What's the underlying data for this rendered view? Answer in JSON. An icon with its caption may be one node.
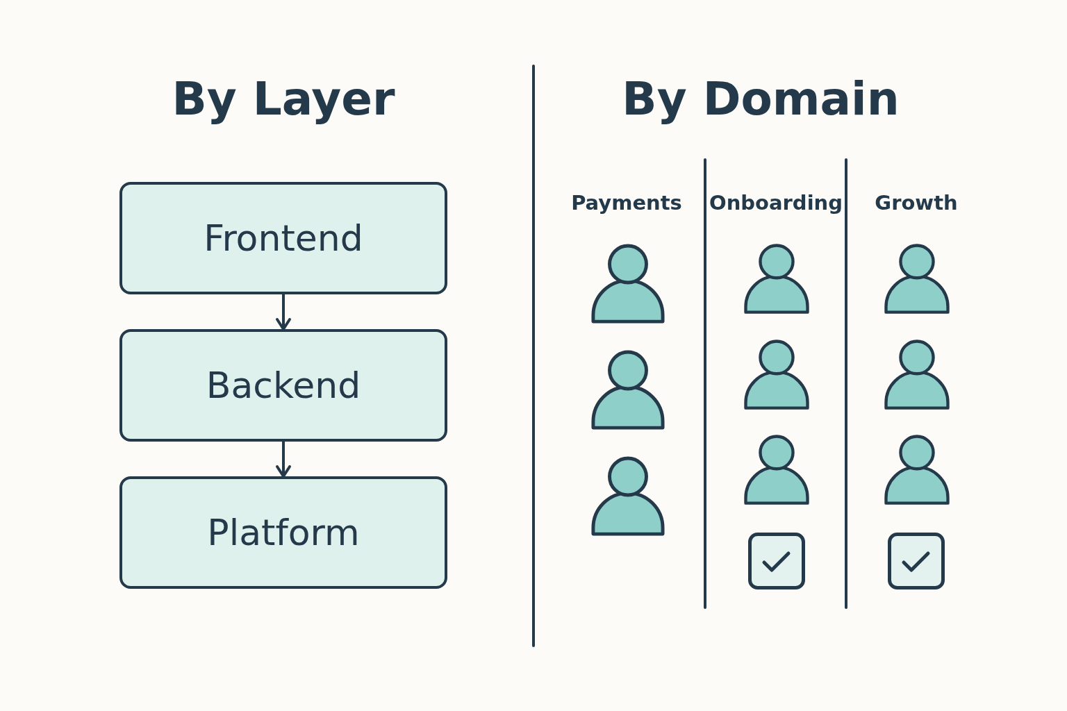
{
  "diagram": {
    "nodes": [
      {
        "text": [
          "Frontend"
        ]
      },
      {
        "text": [
          "Backend"
        ]
      },
      {
        "text": [
          "Platform"
        ]
      }
    ],
    "edges": [
      {
        "from": 0,
        "to": 1,
        "arrow": "to"
      },
      {
        "from": 1,
        "to": 2,
        "arrow": "to"
      }
    ],
    "labels": [
      "By Layer",
      "By Domain",
      "Payments",
      "Onboarding",
      "Growth"
    ]
  }
}
